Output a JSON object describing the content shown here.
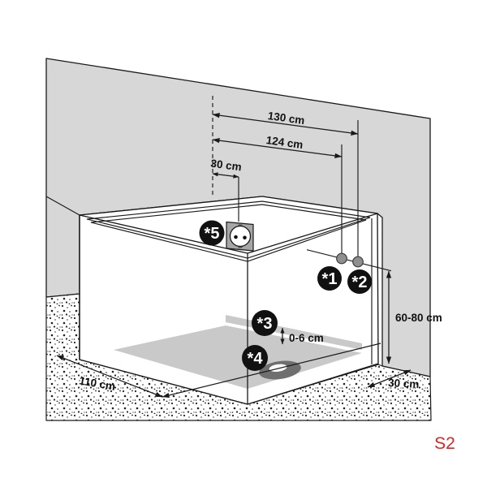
{
  "diagram": {
    "code_label": "S2",
    "dimensions": {
      "d130": "130 cm",
      "d124": "124 cm",
      "d30_top": "30 cm",
      "d60_80": "60-80 cm",
      "d0_6": "0-6 cm",
      "d110": "110 cm",
      "d30_bottom": "30 cm"
    },
    "markers": {
      "m1": "*1",
      "m2": "*2",
      "m3": "*3",
      "m4": "*4",
      "m5": "*5"
    },
    "colors": {
      "wall": "#d7d7d7",
      "floor_gray": "#c9c9c9",
      "drain_dark": "#6f6f6f",
      "connection_dot": "#8f8f8f",
      "socket_plate": "#a6a6a6",
      "marker_black": "#111111",
      "code_red": "#e2231f"
    }
  }
}
